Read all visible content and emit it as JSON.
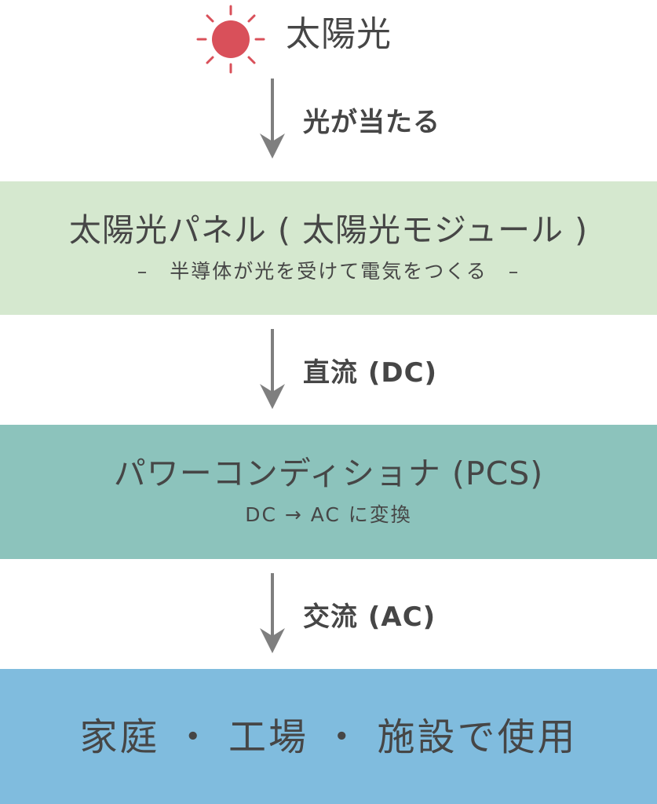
{
  "source": {
    "label": "太陽光",
    "icon": "sun-icon",
    "color": "#d9505a"
  },
  "flows": [
    {
      "label": "光が当たる"
    },
    {
      "label": "直流 (DC)"
    },
    {
      "label": "交流 (AC)"
    }
  ],
  "stages": [
    {
      "title": "太陽光パネル ( 太陽光モジュール )",
      "subtitle": "–　半導体が光を受けて電気をつくる　–",
      "color": "#d5e8cf"
    },
    {
      "title": "パワーコンディショナ (PCS)",
      "subtitle": "DC → AC に変換",
      "color": "#8cc3bc"
    },
    {
      "title": "家庭 ・ 工場 ・ 施設で使用",
      "color": "#80bcde"
    }
  ],
  "colors": {
    "text": "#464646",
    "arrow": "#7f7f7f"
  }
}
